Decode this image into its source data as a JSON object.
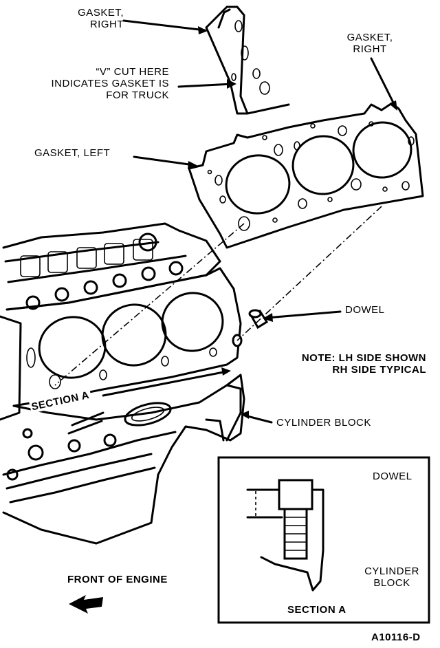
{
  "labels": {
    "gasket_right_top": [
      "GASKET,",
      "RIGHT"
    ],
    "v_cut": [
      "“V” CUT HERE",
      "INDICATES GASKET IS",
      "FOR TRUCK"
    ],
    "gasket_right_mid": [
      "GASKET,",
      "RIGHT"
    ],
    "gasket_left": "GASKET, LEFT",
    "dowel": "DOWEL",
    "note": [
      "NOTE: LH SIDE SHOWN",
      "RH SIDE TYPICAL"
    ],
    "section_a_block": "SECTION A",
    "cylinder_block": "CYLINDER BLOCK",
    "inset_dowel": "DOWEL",
    "inset_cylinder_block": [
      "CYLINDER",
      "BLOCK"
    ],
    "inset_title": "SECTION A",
    "front_of_engine": "FRONT OF ENGINE",
    "figure_id": "A10116-D"
  }
}
